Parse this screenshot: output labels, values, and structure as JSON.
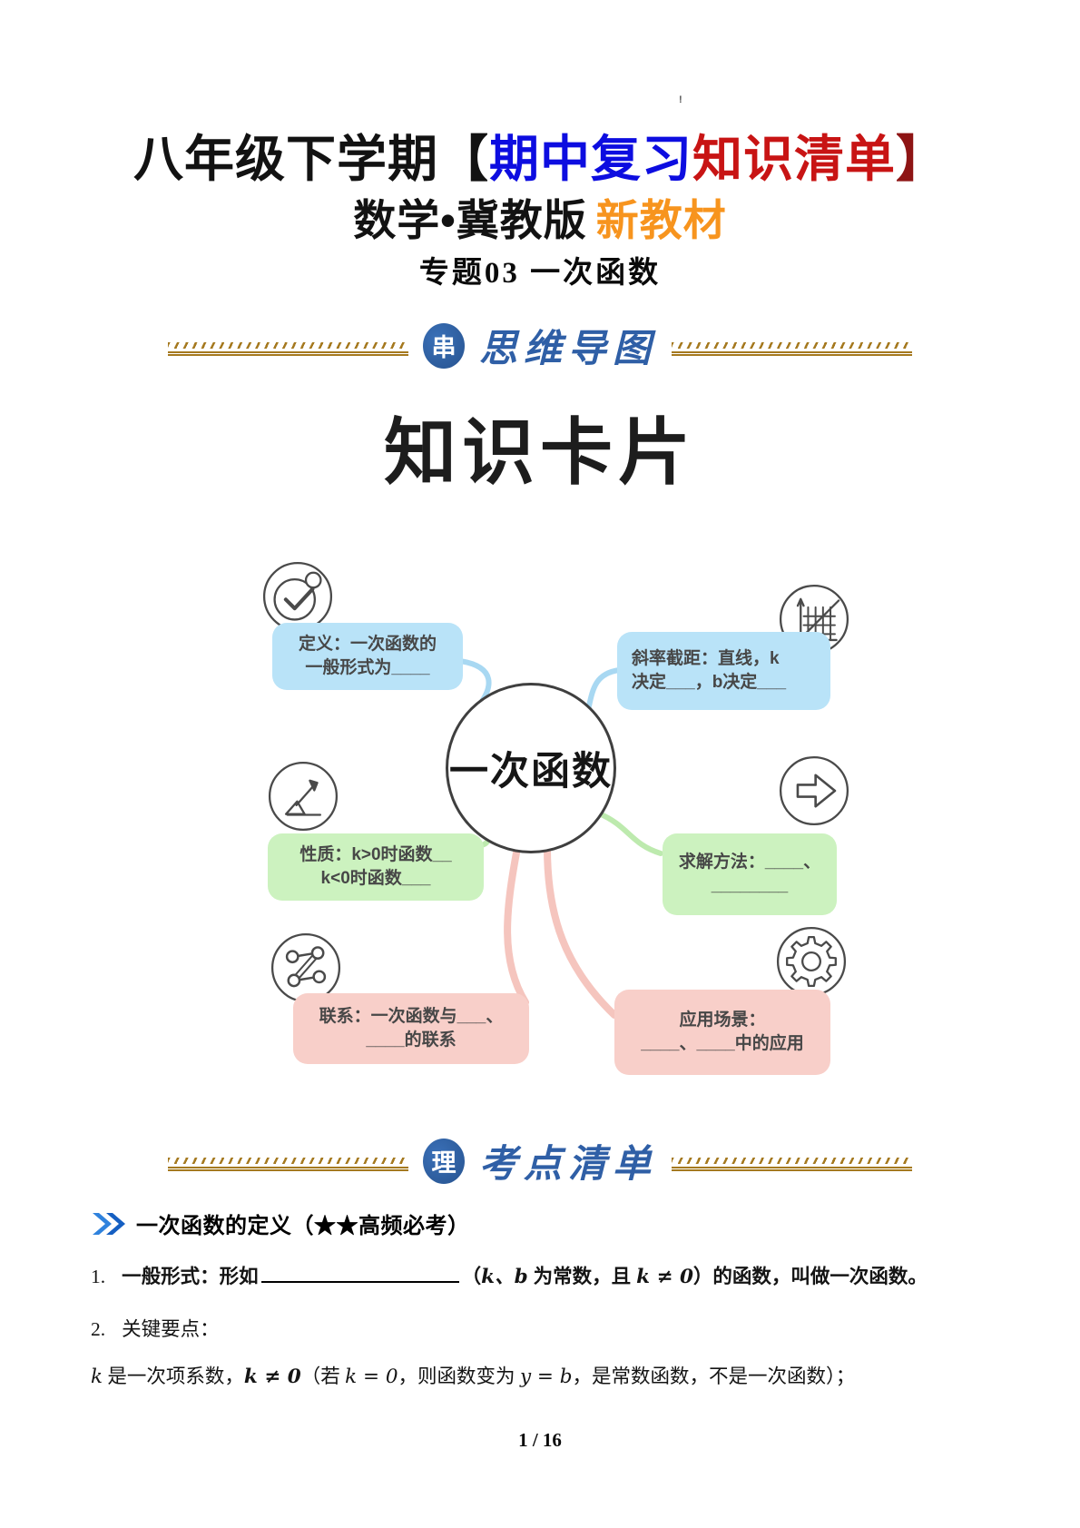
{
  "header": {
    "title": {
      "black": "八年级下学期【",
      "blue": "期中复习",
      "red": "知识清单",
      "bracket": "】"
    },
    "subtitle": {
      "black": "数学•冀教版",
      "orange": "新教材"
    },
    "topic": "专题03 一次函数",
    "stray_mark": "!"
  },
  "banners": {
    "mindmap": {
      "seal": "串",
      "label": "思维导图"
    },
    "keypoints": {
      "seal": "理",
      "label": "考点清单"
    }
  },
  "mindmap": {
    "card_title": "知识卡片",
    "center_label": "一次函数",
    "nodes": [
      {
        "id": "definition",
        "icon": "check-circle-icon",
        "lines": [
          "定义：一次函数的",
          "一般形式为____"
        ]
      },
      {
        "id": "slope-intercept",
        "icon": "chart-grid-icon",
        "lines": [
          "斜率截距：直线，k",
          "决定___，b决定___"
        ]
      },
      {
        "id": "properties",
        "icon": "trend-arrow-icon",
        "lines": [
          "性质：k>0时函数__",
          "k<0时函数___"
        ]
      },
      {
        "id": "solving-methods",
        "icon": "arrow-right-icon",
        "lines": [
          "求解方法：____、",
          "________"
        ]
      },
      {
        "id": "connections",
        "icon": "nodes-link-icon",
        "lines": [
          "联系：一次函数与___、",
          "____的联系"
        ]
      },
      {
        "id": "applications",
        "icon": "gear-icon",
        "lines": [
          "应用场景：",
          "____、____中的应用"
        ]
      }
    ]
  },
  "section": {
    "heading": "一次函数的定义（★★高频必考）",
    "item1": {
      "num": "1.",
      "label": "一般形式：",
      "lead": "形如",
      "open": "（",
      "vars": "k、b",
      "mid": " 为常数，且 ",
      "cond": "k ≠ 0",
      "close": "）",
      "tail": "的函数，叫做一次函数。"
    },
    "item2": {
      "num": "2.",
      "text": "关键要点："
    },
    "para": {
      "v1": "k",
      "t1": " 是一次项系数，",
      "v2": "k ≠ 0",
      "t2": "（若 ",
      "v3": "k = 0",
      "t3": "，则函数变为 ",
      "v4": "y = b",
      "t4": "，是常数函数，不是一次函数）；"
    }
  },
  "footer": {
    "page": "1 / 16"
  },
  "colors": {
    "title_blue": "#0d0de0",
    "title_red": "#c81414",
    "bracket_red": "#8e1414",
    "subtitle_orange": "#f7941e",
    "banner_blue": "#2f5fa6",
    "hatch_gold": "#a5791f",
    "seal_blue": "#2d62aa",
    "bubble_blue": "#b9e3f8",
    "bubble_green": "#ccf2bf",
    "bubble_pink": "#f8cfc9",
    "link_blue": "#a8d8f2",
    "link_green": "#bdeaae",
    "link_pink": "#f5c5be",
    "chevron_blue": "#1b6fd2",
    "icon_gray": "#4a4a4a"
  }
}
